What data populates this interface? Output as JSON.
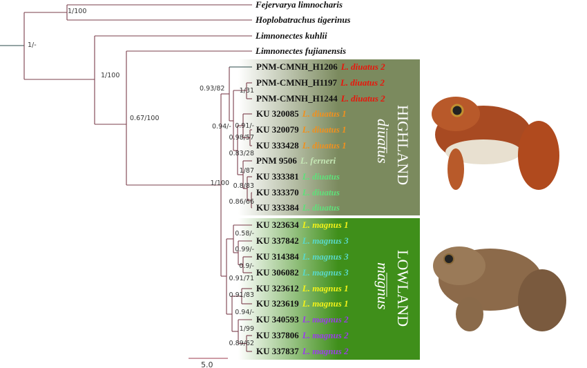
{
  "outgroups": [
    {
      "name": "Fejervarya limnocharis"
    },
    {
      "name": "Hoplobatrachus tigerinus"
    },
    {
      "name": "Limnonectes kuhlii"
    },
    {
      "name": "Limnonectes fujianensis"
    }
  ],
  "taxa": [
    {
      "id": "PNM-CMNH_H1206",
      "species": "L. diuatus 2",
      "color": "#e8160c"
    },
    {
      "id": "PNM-CMNH_H1197",
      "species": "L. diuatus 2",
      "color": "#e8160c"
    },
    {
      "id": "PNM-CMNH_H1244",
      "species": "L. diuatus 2",
      "color": "#e8160c"
    },
    {
      "id": "KU 320085",
      "species": "L. diuatus 1",
      "color": "#f0901e"
    },
    {
      "id": "KU 320079",
      "species": "L. diuatus 1",
      "color": "#f0901e"
    },
    {
      "id": "KU 333428",
      "species": "L. diuatus 1",
      "color": "#f0901e"
    },
    {
      "id": "PNM 9506",
      "species": "L. ferneri",
      "color": "#c4e6b4"
    },
    {
      "id": "KU 333381",
      "species": "L. diuatus",
      "color": "#5fe07a"
    },
    {
      "id": "KU 333370",
      "species": "L. diuatus",
      "color": "#5fe07a"
    },
    {
      "id": "KU 333384",
      "species": "L. diuatus",
      "color": "#5fe07a"
    },
    {
      "id": "KU 323634",
      "species": "L. magnus 1",
      "color": "#f2f21a"
    },
    {
      "id": "KU 337842",
      "species": "L. magnus 3",
      "color": "#5ad8c8"
    },
    {
      "id": "KU 314384",
      "species": "L. magnus 3",
      "color": "#5ad8c8"
    },
    {
      "id": "KU 306082",
      "species": "L. magnus 3",
      "color": "#5ad8c8"
    },
    {
      "id": "KU 323612",
      "species": "L. magnus 1",
      "color": "#f2f21a"
    },
    {
      "id": "KU 323619",
      "species": "L. magnus 1",
      "color": "#f2f21a"
    },
    {
      "id": "KU 340593",
      "species": "L. magnus 2",
      "color": "#9a3ee8"
    },
    {
      "id": "KU 337806",
      "species": "L. magnus 2",
      "color": "#9a3ee8"
    },
    {
      "id": "KU 337837",
      "species": "L. magnus 2",
      "color": "#9a3ee8"
    }
  ],
  "support": [
    "1/100",
    "1/-",
    "1/100",
    "0.67/100",
    "0.93/82",
    "1/31",
    "0.94/-",
    "0.91/-",
    "0.98/57",
    "0.83/28",
    "1/87",
    "1/100",
    "0.8/83",
    "0.86/66",
    "0.58/-",
    "0.99/-",
    "0.9/-",
    "0.91/71",
    "0.91/83",
    "0.94/-",
    "1/99",
    "0.89/62"
  ],
  "clades": {
    "highland": {
      "title": "HIGHLAND",
      "species": "diuatus",
      "color": "#7b8a5e"
    },
    "lowland": {
      "title": "LOWLAND",
      "species": "magnus",
      "color": "#3f8f1a"
    }
  },
  "scale_bar": "5.0"
}
